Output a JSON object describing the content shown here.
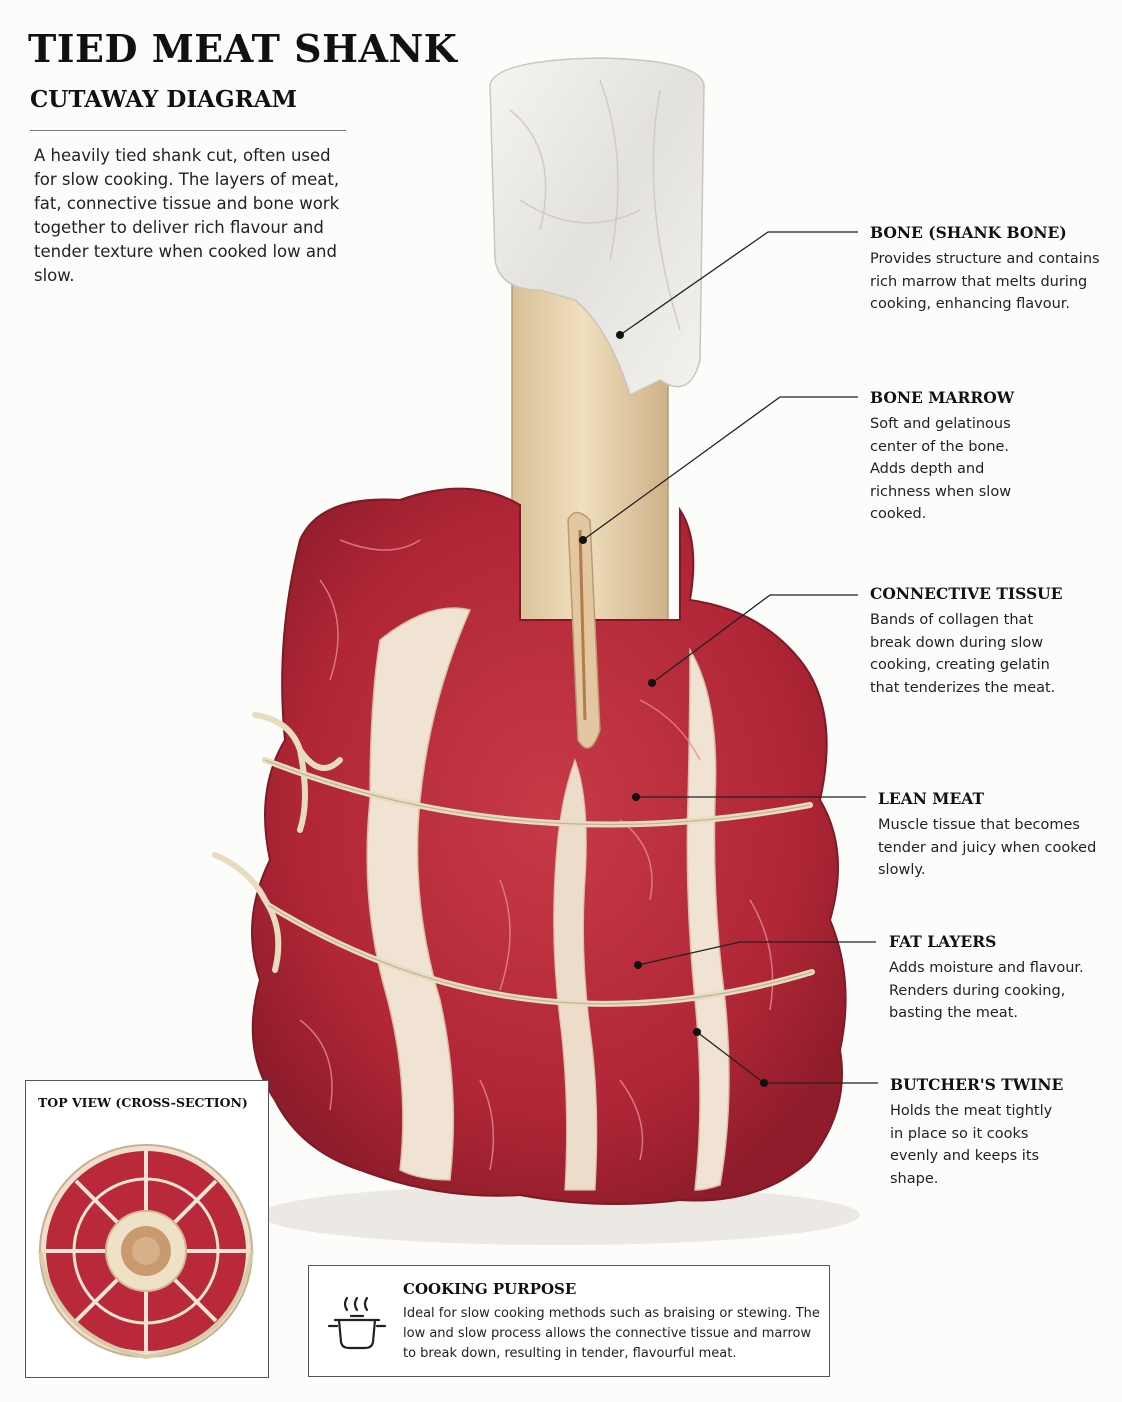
{
  "header": {
    "title": "TIED MEAT SHANK",
    "subtitle": "CUTAWAY DIAGRAM",
    "intro": "A heavily tied shank cut, often used for slow cooking. The layers of meat, fat, connective tissue and bone work together to deliver rich flavour and tender texture when cooked low and slow."
  },
  "callouts": [
    {
      "title": "BONE (SHANK BONE)",
      "text": "Provides structure and contains rich marrow that melts during cooking, enhancing flavour."
    },
    {
      "title": "BONE MARROW",
      "text": "Soft and gelatinous center of the bone. Adds depth and richness when slow cooked."
    },
    {
      "title": "CONNECTIVE TISSUE",
      "text": "Bands of collagen that break down during slow cooking, creating gelatin that tenderizes the meat."
    },
    {
      "title": "LEAN MEAT",
      "text": "Muscle tissue that becomes tender and juicy when cooked slowly."
    },
    {
      "title": "FAT LAYERS",
      "text": "Adds moisture and flavour. Renders during cooking, basting the meat."
    },
    {
      "title": "BUTCHER'S TWINE",
      "text": "Holds the meat tightly in place so it cooks evenly and keeps its shape."
    }
  ],
  "top_view": {
    "title": "TOP VIEW (CROSS-SECTION)"
  },
  "cooking_purpose": {
    "title": "COOKING PURPOSE",
    "text": "Ideal for slow cooking methods such as braising or stewing. The low and slow process allows the connective tissue and marrow to break down, resulting in tender, flavourful meat."
  },
  "colors": {
    "meat": "#b8283a",
    "fat": "#f1e3d3",
    "bone": "#e9d3ad",
    "twine": "#e7dcc0",
    "paper": "#efeeea"
  }
}
